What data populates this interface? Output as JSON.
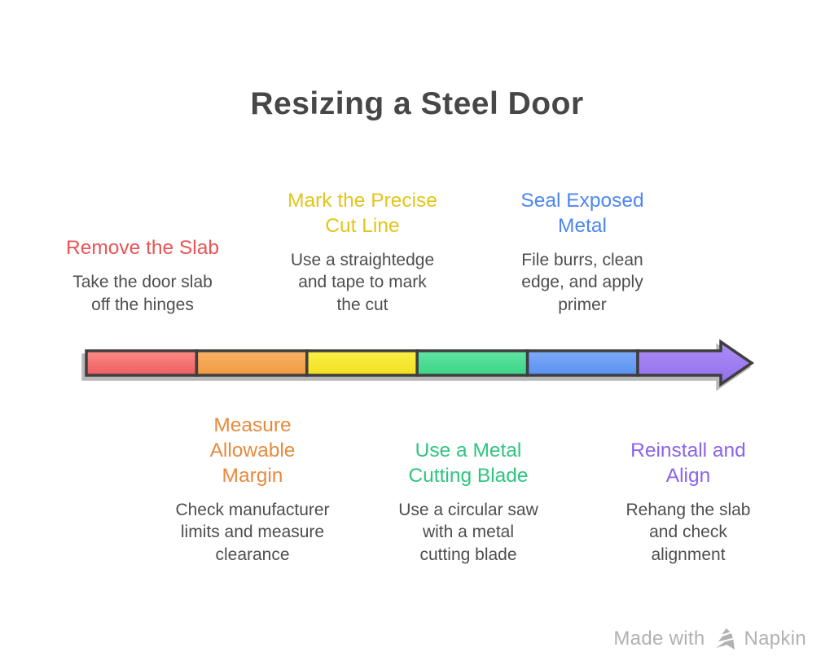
{
  "title": "Resizing a Steel Door",
  "steps_top": [
    {
      "title": "Remove the Slab",
      "description": "Take the door slab\noff the hinges",
      "color": "#EA5455"
    },
    {
      "title": "Mark the Precise\nCut Line",
      "description": "Use a straightedge\nand tape to mark\nthe cut",
      "color": "#E3C41C"
    },
    {
      "title": "Seal Exposed\nMetal",
      "description": "File burrs, clean\nedge, and apply\nprimer",
      "color": "#4C87F0"
    }
  ],
  "steps_bottom": [
    {
      "title": "Measure\nAllowable\nMargin",
      "description": "Check manufacturer\nlimits and measure\nclearance",
      "color": "#E78A3E"
    },
    {
      "title": "Use a Metal\nCutting Blade",
      "description": "Use a circular saw\nwith a metal\ncutting blade",
      "color": "#2FC57F"
    },
    {
      "title": "Reinstall and\nAlign",
      "description": "Rehang the slab\nand check\nalignment",
      "color": "#8B63ED"
    }
  ],
  "arrow": {
    "border_color": "#3E3E3E",
    "segments": [
      {
        "step": "remove-the-slab",
        "top": "#FA8B84",
        "bottom": "#EE5C60"
      },
      {
        "step": "measure-allowable-margin",
        "top": "#F8B167",
        "bottom": "#F0993F"
      },
      {
        "step": "mark-the-precise-cut-line",
        "top": "#FAF046",
        "bottom": "#F4DE20"
      },
      {
        "step": "use-a-metal-cutting-blade",
        "top": "#60E4A2",
        "bottom": "#3BD487"
      },
      {
        "step": "seal-exposed-metal",
        "top": "#7DAAF6",
        "bottom": "#5991F0"
      },
      {
        "step": "reinstall-and-align",
        "top": "#AE8DF6",
        "bottom": "#9070EC"
      }
    ]
  },
  "footer": {
    "made_with": "Made with",
    "brand": "Napkin"
  }
}
